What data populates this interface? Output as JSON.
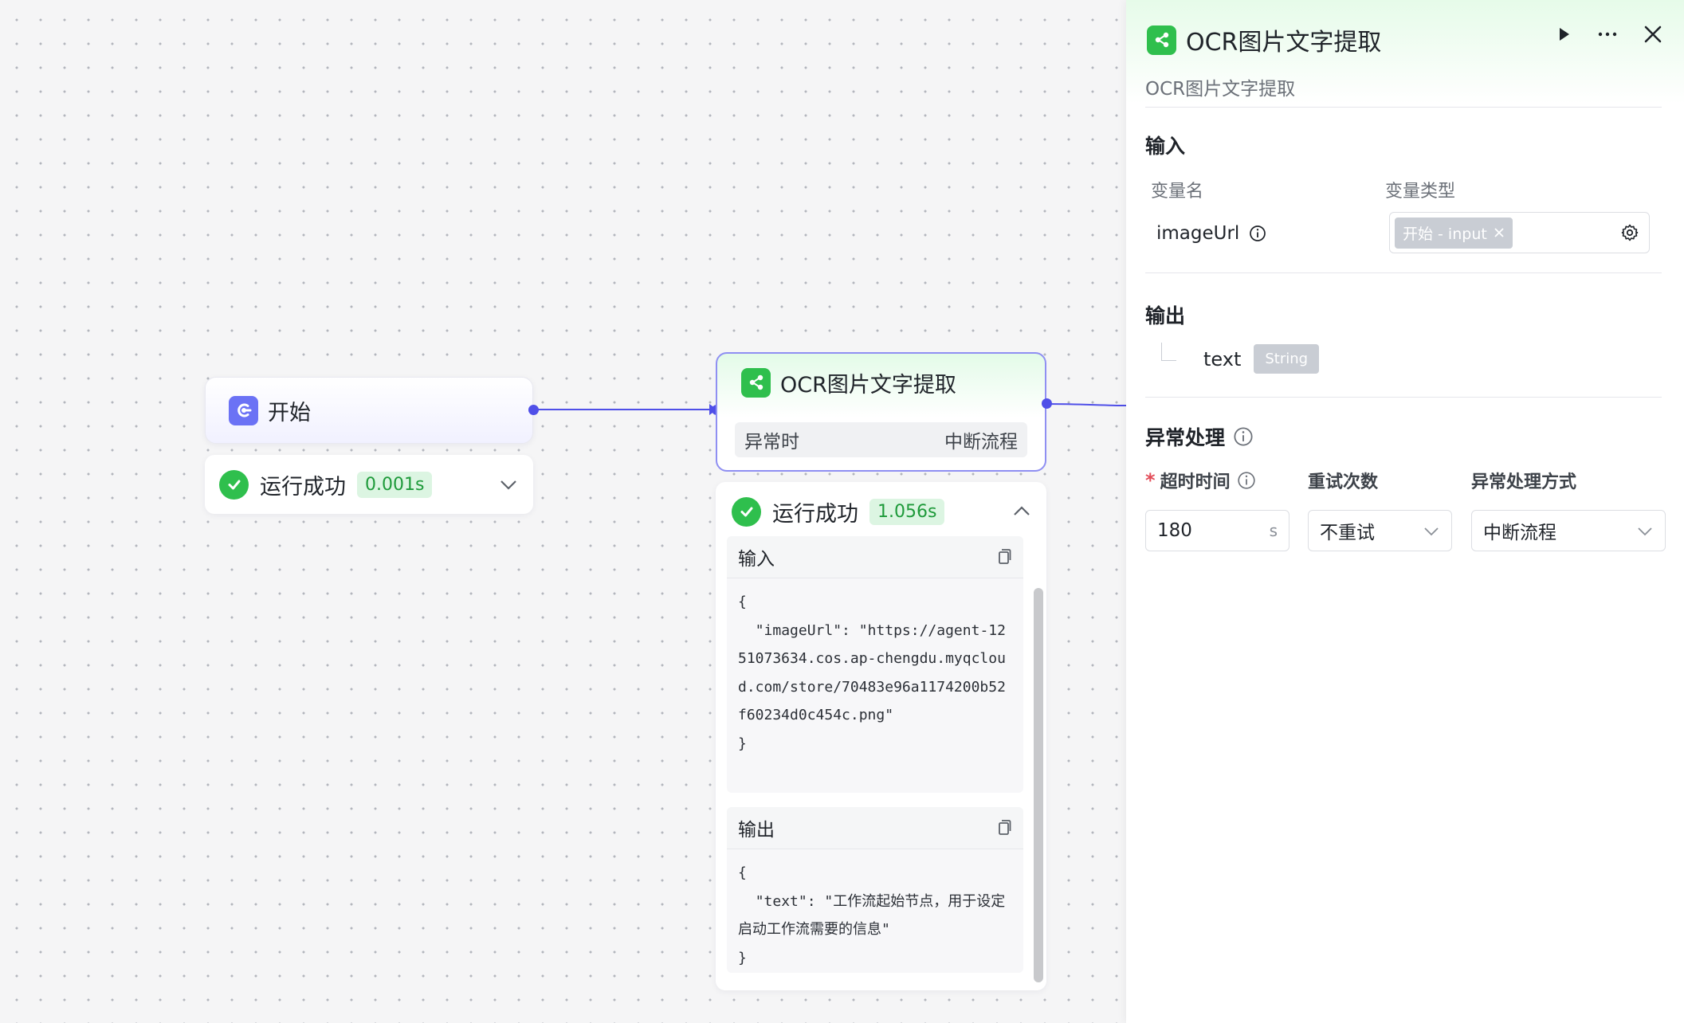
{
  "canvas": {
    "start_node": {
      "title": "开始",
      "status": "运行成功",
      "duration": "0.001s"
    },
    "ocr_node": {
      "title": "OCR图片文字提取",
      "error_label": "异常时",
      "error_action": "中断流程",
      "status": "运行成功",
      "duration": "1.056s",
      "input_label": "输入",
      "input_json": "{\n  \"imageUrl\": \"https://agent-1251073634.cos.ap-chengdu.myqcloud.com/store/70483e96a1174200b52f60234d0c454c.png\"\n}",
      "output_label": "输出",
      "output_json": "{\n  \"text\": \"工作流起始节点，用于设定启动工作流需要的信息\"\n}"
    }
  },
  "panel": {
    "title": "OCR图片文字提取",
    "description": "OCR图片文字提取",
    "input": {
      "title": "输入",
      "col_name": "变量名",
      "col_type": "变量类型",
      "var_name": "imageUrl",
      "var_ref": "开始 - input"
    },
    "output": {
      "title": "输出",
      "name": "text",
      "type": "String"
    },
    "exception": {
      "title": "异常处理",
      "timeout_label": "超时时间",
      "retry_label": "重试次数",
      "mode_label": "异常处理方式",
      "timeout_value": "180",
      "timeout_unit": "s",
      "retry_value": "不重试",
      "mode_value": "中断流程"
    }
  },
  "colors": {
    "accent": "#4f4fe8",
    "success": "#2fbf4d",
    "node_border": "#8f8ff2"
  }
}
